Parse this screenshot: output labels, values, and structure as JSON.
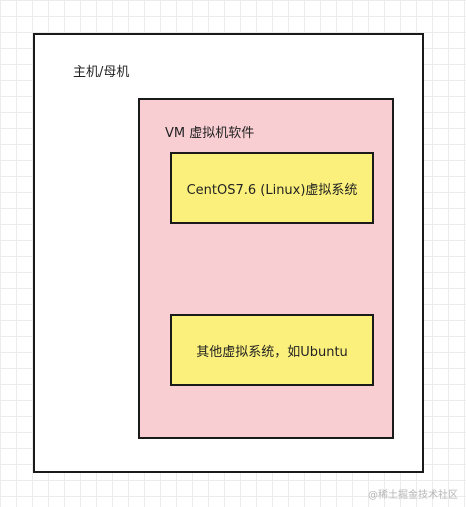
{
  "diagram": {
    "host": {
      "label": "主机/母机"
    },
    "vm_software": {
      "label": "VM 虚拟机软件"
    },
    "guests": [
      {
        "label": "CentOS7.6 (Linux)虚拟系统"
      },
      {
        "label": "其他虚拟系统，如Ubuntu"
      }
    ]
  },
  "watermark": "@稀土掘金技术社区",
  "colors": {
    "host_fill": "#ffffff",
    "vm_fill": "#f9ced3",
    "guest_fill": "#fbf07b",
    "border": "#1a1a1a"
  }
}
